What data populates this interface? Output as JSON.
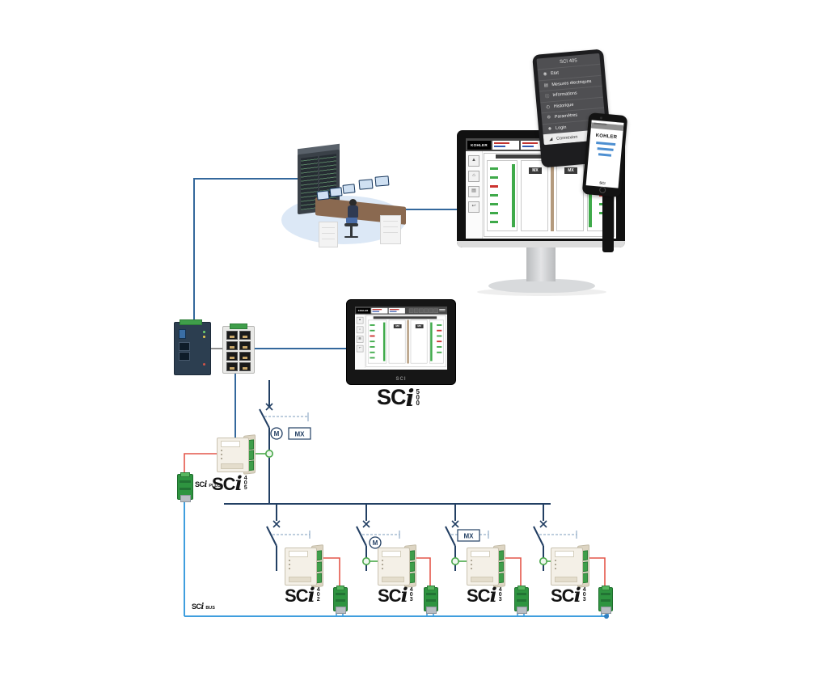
{
  "tablet": {
    "title": "SCI 405",
    "menu": [
      {
        "icon": "gauge-icon",
        "label": "Etat"
      },
      {
        "icon": "meter-icon",
        "label": "Mesures électriques"
      },
      {
        "icon": "info-icon",
        "label": "Informations"
      },
      {
        "icon": "history-icon",
        "label": "Historique"
      },
      {
        "icon": "settings-icon",
        "label": "Paramètres"
      },
      {
        "icon": "user-icon",
        "label": "Login"
      }
    ],
    "footer_label": "Connexion"
  },
  "phone": {
    "brand": "KOHLER",
    "footer_label": "SCI"
  },
  "scada": {
    "brand": "KOHLER",
    "mx_left": "MX",
    "mx_right": "MX"
  },
  "panel": {
    "etched_logo": "SCI",
    "label": {
      "prefix": "SC",
      "i": "i",
      "num": "500"
    }
  },
  "oneline": {
    "m_label": "M",
    "mx_label": "MX",
    "sci405": {
      "prefix": "SC",
      "i": "i",
      "num": "405"
    },
    "sci_plus": {
      "prefix": "SC",
      "i": "i",
      "suffix": "PLUS"
    },
    "sci_bus": {
      "prefix": "SC",
      "i": "i",
      "suffix": "BUS"
    },
    "devices": [
      {
        "prefix": "SC",
        "i": "i",
        "num": "402"
      },
      {
        "prefix": "SC",
        "i": "i",
        "num": "403"
      },
      {
        "prefix": "SC",
        "i": "i",
        "num": "403"
      },
      {
        "prefix": "SC",
        "i": "i",
        "num": "403"
      }
    ]
  },
  "colors": {
    "ethernet_blue": "#34689c",
    "oneline_navy": "#223f63",
    "bus_blue": "#3f9ede",
    "wire_red": "#e4564a",
    "wire_green": "#4aa84a",
    "module_green": "#2e9440",
    "scada_green": "#3faa4a",
    "alert_red": "#cc3330"
  }
}
